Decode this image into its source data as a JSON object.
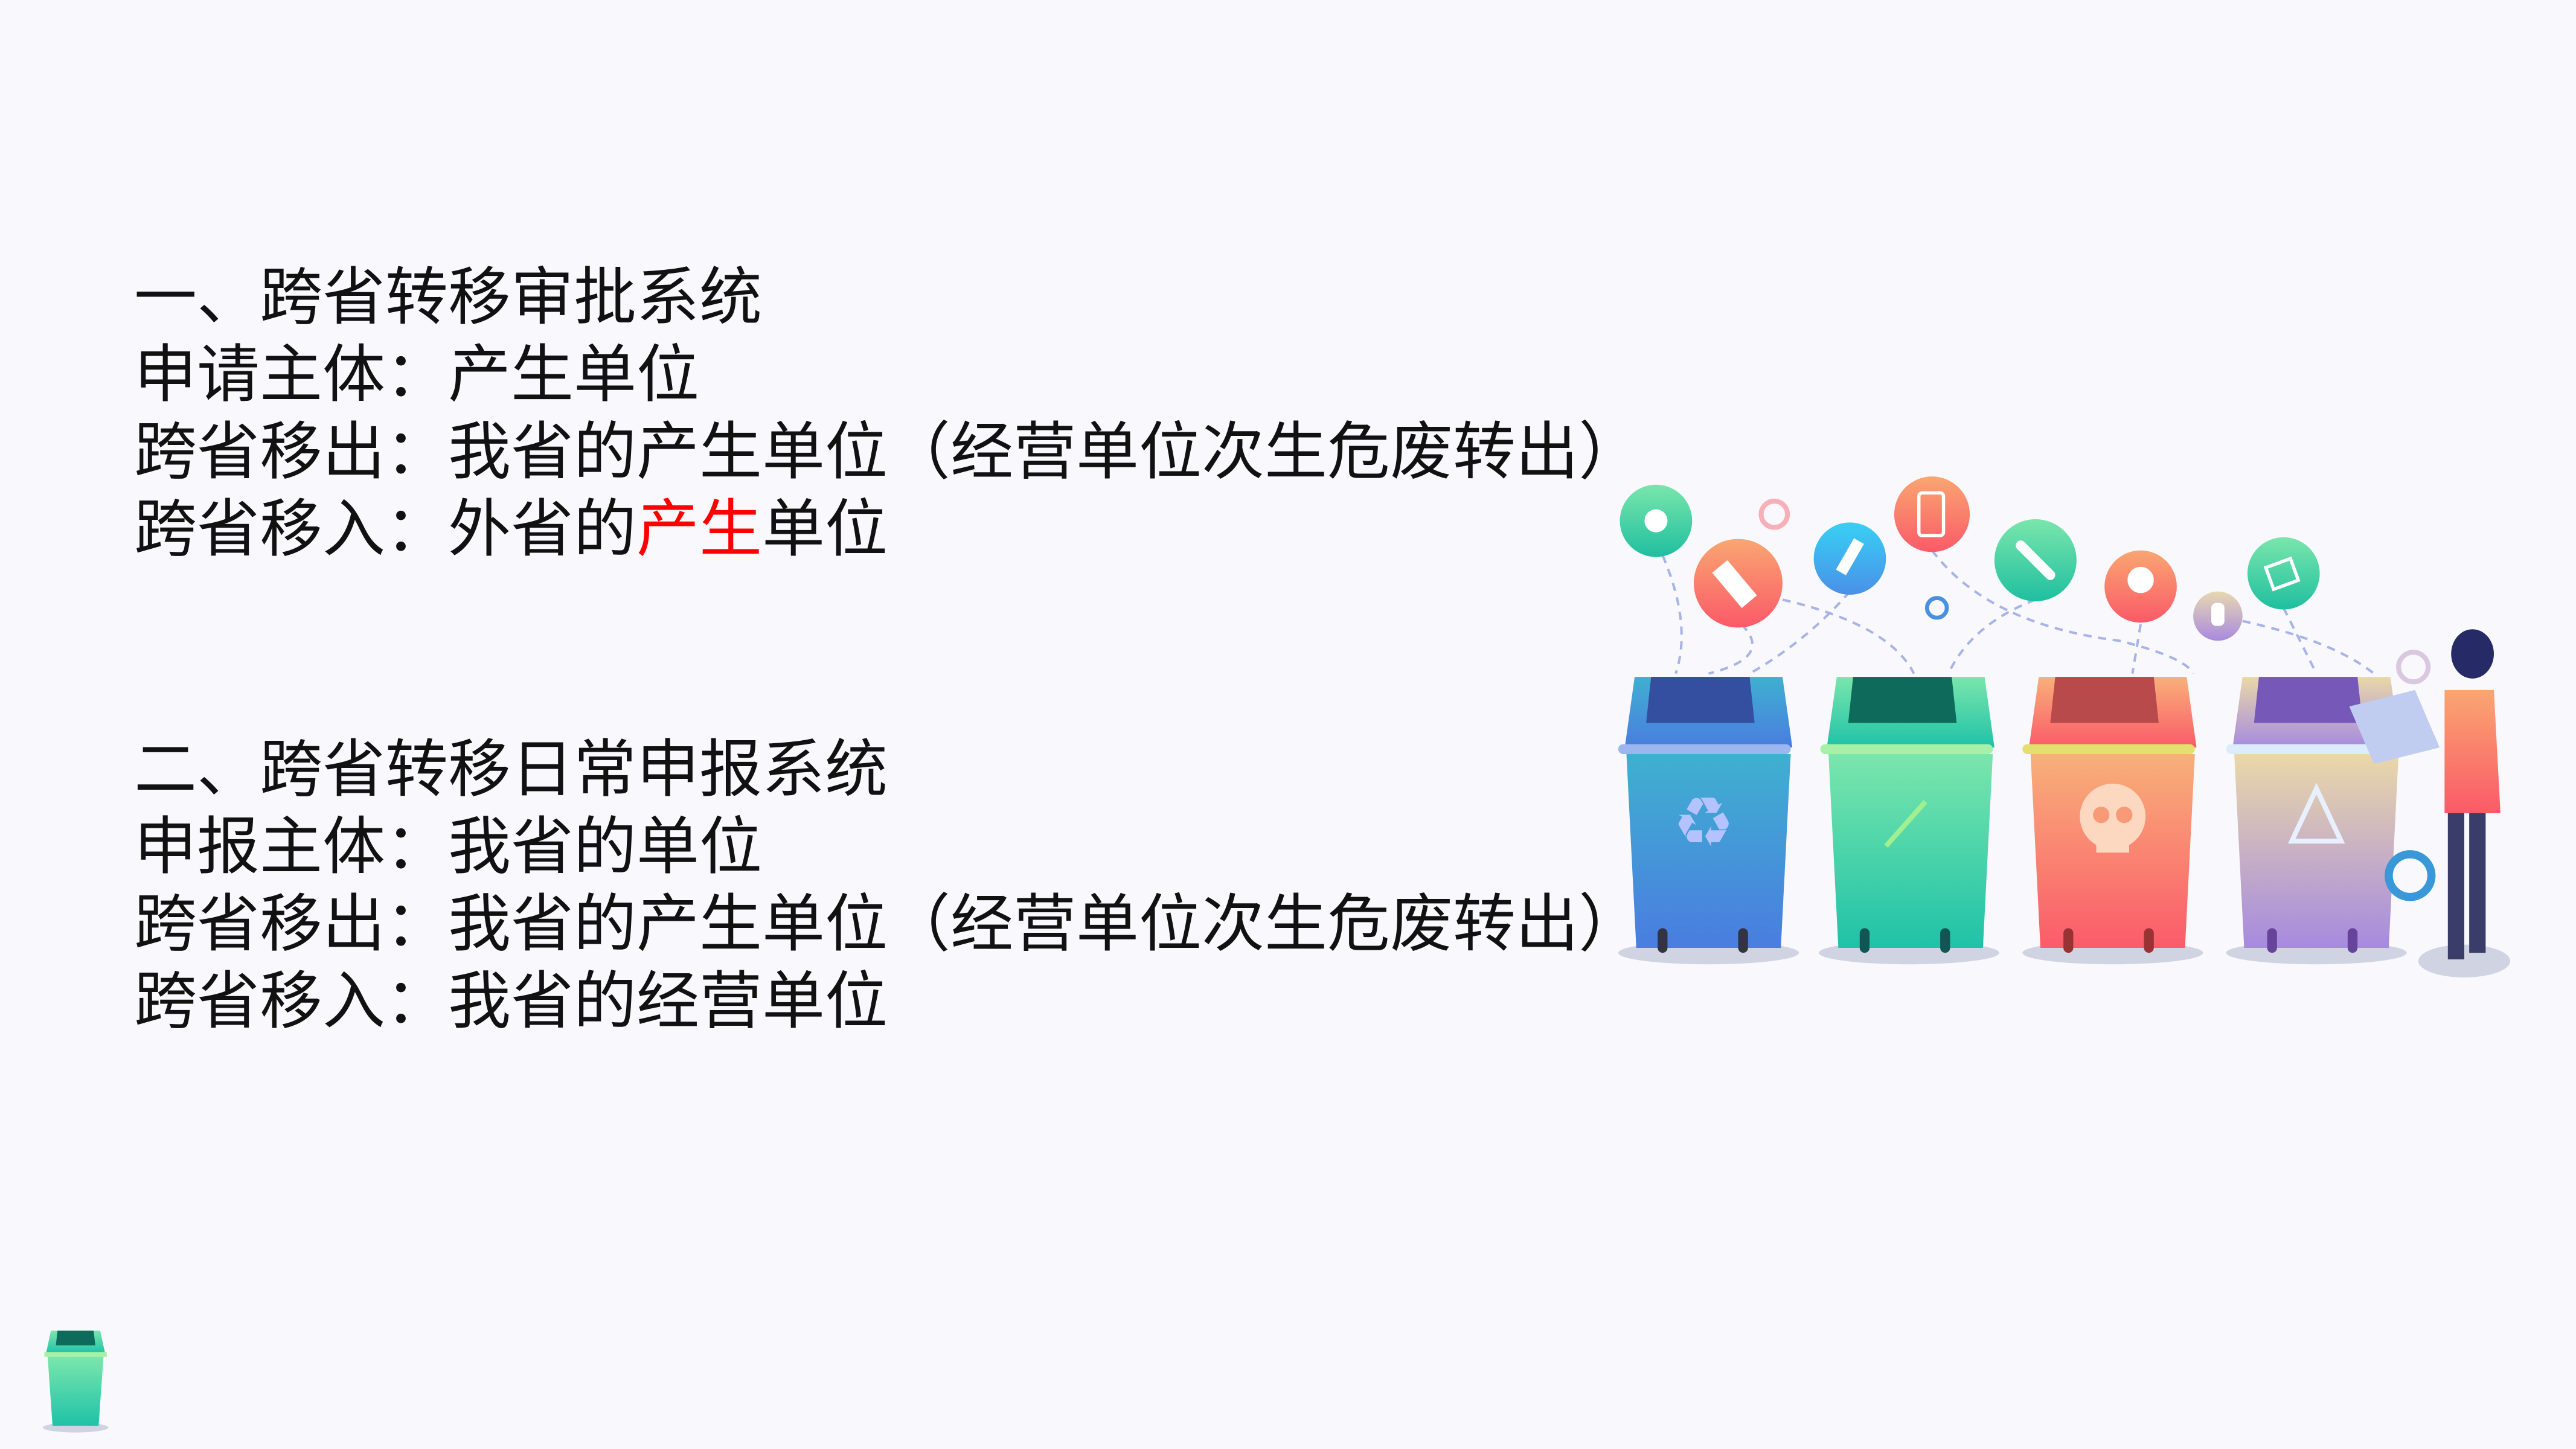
{
  "section1": {
    "title": "一、跨省转移审批系统",
    "line1": "申请主体：产生单位",
    "line2": "跨省移出：我省的产生单位（经营单位次生危废转出）",
    "line3_prefix": "跨省移入：外省的",
    "line3_highlight": "产生",
    "line3_suffix": "单位"
  },
  "section2": {
    "title": "二、跨省转移日常申报系统",
    "line1": "申报主体：我省的单位",
    "line2": "跨省移出：我省的产生单位（经营单位次生危废转出）",
    "line3": "跨省移入：我省的经营单位"
  },
  "colors": {
    "highlight": "#ff0000",
    "text": "#111111",
    "background": "#f9f9fd"
  }
}
